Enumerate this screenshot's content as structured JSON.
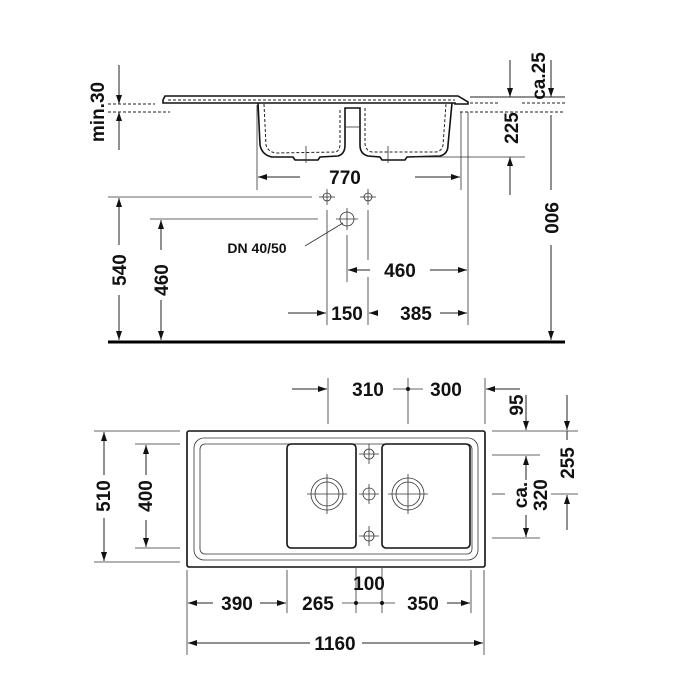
{
  "diagram": {
    "type": "technical-drawing",
    "subject": "double-bowl kitchen sink with drainer",
    "views": {
      "side_elevation": {
        "labels": {
          "min_cutout": "min.30",
          "ca_25": "ca.25",
          "bowl_depth": "225",
          "bowl_span": "770",
          "total_height": "900",
          "outer_height": "540",
          "drain_height": "460",
          "drain_spec": "DN 40/50",
          "drain_offset": "460",
          "hole_spacing": "150",
          "right_offset": "385"
        }
      },
      "plan_view": {
        "labels": {
          "left_width": "310",
          "right_width": "300",
          "edge_95": "95",
          "overall_depth": "510",
          "bowl_depth": "400",
          "ca_label": "ca.",
          "ca_value": "320",
          "side_255": "255",
          "drainer_width": "390",
          "bowl1_width": "265",
          "center_gap": "100",
          "bowl2_width": "350",
          "overall_width": "1160"
        }
      }
    }
  }
}
